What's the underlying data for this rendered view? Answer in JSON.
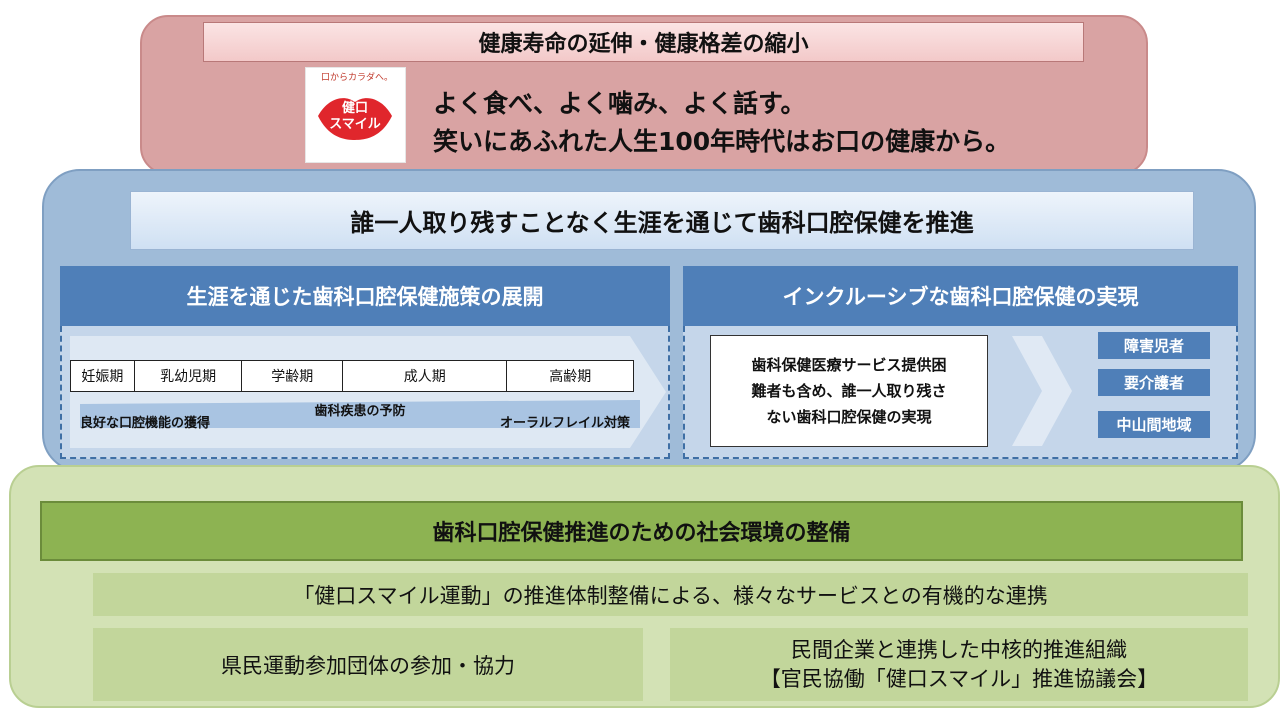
{
  "top": {
    "title": "健康寿命の延伸・健康格差の縮小",
    "logo": {
      "tagline": "口からカラダへ。",
      "line1": "健口",
      "line2": "スマイル",
      "lip_color": "#e0262c"
    },
    "slogan_line1": "よく食べ、よく噛み、よく話す。",
    "slogan_line2": "笑いにあふれた人生100年時代はお口の健康から。"
  },
  "middle": {
    "title": "誰一人取り残すことなく生涯を通じて歯科口腔保健を推進",
    "left": {
      "heading": "生涯を通じた歯科口腔保健施策の展開",
      "stages": [
        "妊娠期",
        "乳幼児期",
        "学齢期",
        "成人期",
        "高齢期"
      ],
      "label_prevention": "歯科疾患の予防",
      "label_oral_function": "良好な口腔機能の獲得",
      "label_frailty": "オーラルフレイル対策"
    },
    "right": {
      "heading": "インクルーシブな歯科口腔保健の実現",
      "service_lines": [
        "歯科保健医療サービス提供困",
        "難者も含め、誰一人取り残さ",
        "ない歯科口腔保健の実現"
      ],
      "targets": [
        "障害児者",
        "要介護者",
        "中山間地域"
      ]
    }
  },
  "bottom": {
    "title": "歯科口腔保健推進のための社会環境の整備",
    "row1": "「健口スマイル運動」の推進体制整備による、様々なサービスとの有機的な連携",
    "row2_left": "県民運動参加団体の参加・協力",
    "row2_right_line1": "民間企業と連携した中核的推進組織",
    "row2_right_line2": "【官民協働「健口スマイル」推進協議会】"
  },
  "colors": {
    "top_bg": "#d9a3a3",
    "middle_bg": "#9fbbd8",
    "heading_blue": "#4f7fb8",
    "bottom_bg": "#d3e2b5",
    "bottom_title": "#8db352"
  }
}
